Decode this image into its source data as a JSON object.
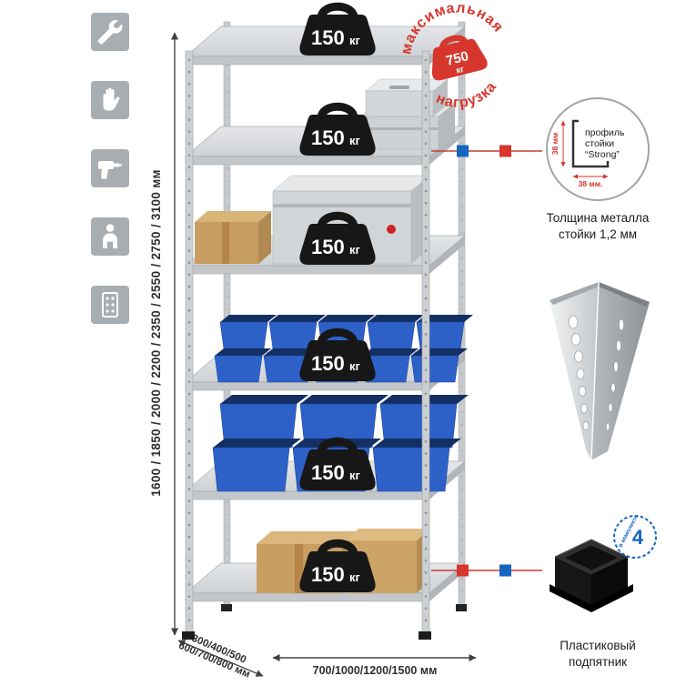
{
  "colors": {
    "accent_red": "#d6362b",
    "accent_blue": "#1565c0",
    "bin_blue": "#2d61c8",
    "weight_black": "#171717",
    "metal_gray": "#d2d5d8",
    "cardboard": "#c89e62",
    "icon_gray": "#a8adb2"
  },
  "feature_icons": {
    "items": [
      {
        "icon": "wrench-icon"
      },
      {
        "icon": "work-glove-icon"
      },
      {
        "icon": "drill-icon"
      },
      {
        "icon": "person-icon"
      },
      {
        "icon": "rack-panel-icon"
      }
    ]
  },
  "dimensions": {
    "height": "1600 / 1850 / 2000 / 2200 / 2350 / 2550 / 2750 / 3100 мм",
    "depth_line1": "300/400/500",
    "depth_line2": "600/700/800 мм",
    "width": "700/1000/1200/1500 мм"
  },
  "shelf_load": {
    "value": "150",
    "unit": "кг"
  },
  "max_load_stamp": {
    "arc_top": "максимальная",
    "arc_bottom": "нагрузка",
    "value": "750",
    "unit": "кг"
  },
  "post_profile": {
    "label_line1": "профиль",
    "label_line2": "стойки",
    "label_line3": "“Strong”",
    "dim_vertical": "38 мм",
    "dim_horizontal": "38 мм.",
    "caption_line1": "Толщина металла",
    "caption_line2": "стойки 1,2 мм"
  },
  "foot": {
    "badge_value": "4",
    "badge_arc": "в комплекте",
    "caption_line1": "Пластиковый",
    "caption_line2": "подпятник"
  }
}
